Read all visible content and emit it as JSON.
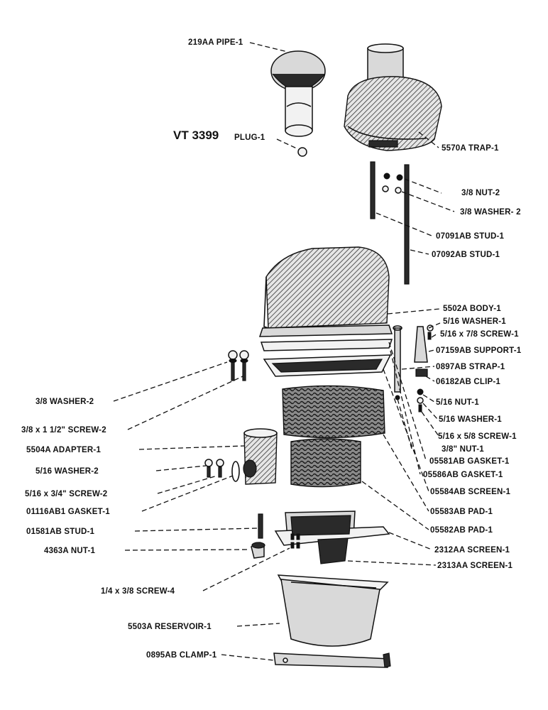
{
  "figure_id": "VT 3399",
  "labels": [
    {
      "id": "pipe",
      "text": "219AA PIPE-1"
    },
    {
      "id": "plug",
      "text": "PLUG-1"
    },
    {
      "id": "trap",
      "text": "5570A TRAP-1"
    },
    {
      "id": "nut2",
      "text": "3/8 NUT-2"
    },
    {
      "id": "washer2a",
      "text": "3/8 WASHER- 2"
    },
    {
      "id": "stud1",
      "text": "07091AB STUD-1"
    },
    {
      "id": "stud2",
      "text": "07092AB STUD-1"
    },
    {
      "id": "body",
      "text": "5502A BODY-1"
    },
    {
      "id": "washer516",
      "text": "5/16 WASHER-1"
    },
    {
      "id": "screw516",
      "text": "5/16 x 7/8 SCREW-1"
    },
    {
      "id": "support",
      "text": "07159AB SUPPORT-1"
    },
    {
      "id": "strap",
      "text": "0897AB STRAP-1"
    },
    {
      "id": "clip",
      "text": "06182AB CLIP-1"
    },
    {
      "id": "nut516",
      "text": "5/16 NUT-1"
    },
    {
      "id": "washer516b",
      "text": "5/16 WASHER-1"
    },
    {
      "id": "screw516b",
      "text": "5/16 x 5/8 SCREW-1"
    },
    {
      "id": "nut38",
      "text": "3/8\" NUT-1"
    },
    {
      "id": "gasket1",
      "text": "05581AB GASKET-1"
    },
    {
      "id": "gasket2",
      "text": "05586AB GASKET-1"
    },
    {
      "id": "screen1",
      "text": "05584AB SCREEN-1"
    },
    {
      "id": "pad1",
      "text": "05583AB PAD-1"
    },
    {
      "id": "pad2",
      "text": "05582AB PAD-1"
    },
    {
      "id": "screen2312",
      "text": "2312AA SCREEN-1"
    },
    {
      "id": "screen2313",
      "text": "2313AA SCREEN-1"
    },
    {
      "id": "washer38b",
      "text": "3/8 WASHER-2"
    },
    {
      "id": "screw38",
      "text": "3/8 x 1 1/2\" SCREW-2"
    },
    {
      "id": "adapter",
      "text": "5504A ADAPTER-1"
    },
    {
      "id": "washer516c",
      "text": "5/16 WASHER-2"
    },
    {
      "id": "screw516c",
      "text": "5/16 x 3/4\" SCREW-2"
    },
    {
      "id": "gasket01116",
      "text": "01116AB1 GASKET-1"
    },
    {
      "id": "stud01581",
      "text": "01581AB STUD-1"
    },
    {
      "id": "nut4363",
      "text": "4363A NUT-1"
    },
    {
      "id": "screw14",
      "text": "1/4 x 3/8 SCREW-4"
    },
    {
      "id": "reservoir",
      "text": "5503A RESERVOIR-1"
    },
    {
      "id": "clamp",
      "text": "0895AB CLAMP-1"
    }
  ]
}
